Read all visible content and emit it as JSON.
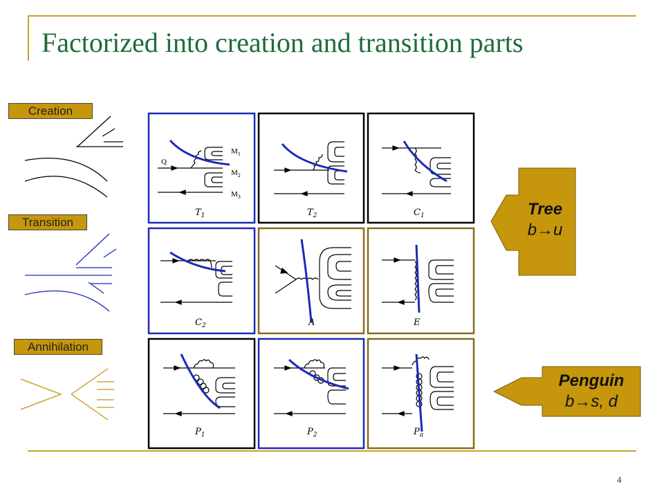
{
  "title": "Factorized into creation and transition parts",
  "page_number": "4",
  "side_labels": {
    "creation": "Creation",
    "transition": "Transition",
    "annihilation": "Annihilation"
  },
  "callouts": {
    "tree": {
      "title": "Tree",
      "formula": "b→u"
    },
    "penguin": {
      "title": "Penguin",
      "formula": "b→s, d"
    }
  },
  "diagram_labels": {
    "q": "Q",
    "m1": "M",
    "m1_sub": "1",
    "m2": "M",
    "m2_sub": "2",
    "m3": "M",
    "m3_sub": "3"
  },
  "panels": [
    {
      "label": "T",
      "sub": "1"
    },
    {
      "label": "T",
      "sub": "2"
    },
    {
      "label": "C",
      "sub": "1"
    },
    {
      "label": "C",
      "sub": "2"
    },
    {
      "label": "A",
      "sub": ""
    },
    {
      "label": "E",
      "sub": ""
    },
    {
      "label": "P",
      "sub": "1"
    },
    {
      "label": "P",
      "sub": "2"
    },
    {
      "label": "P",
      "sub": "a"
    }
  ],
  "colors": {
    "title": "#1e6b3a",
    "gold": "#c9a227",
    "tag_fill": "#c6960c",
    "blue": "#1a2ab8",
    "black": "#000000",
    "brown_border": "#8a6a1a"
  }
}
